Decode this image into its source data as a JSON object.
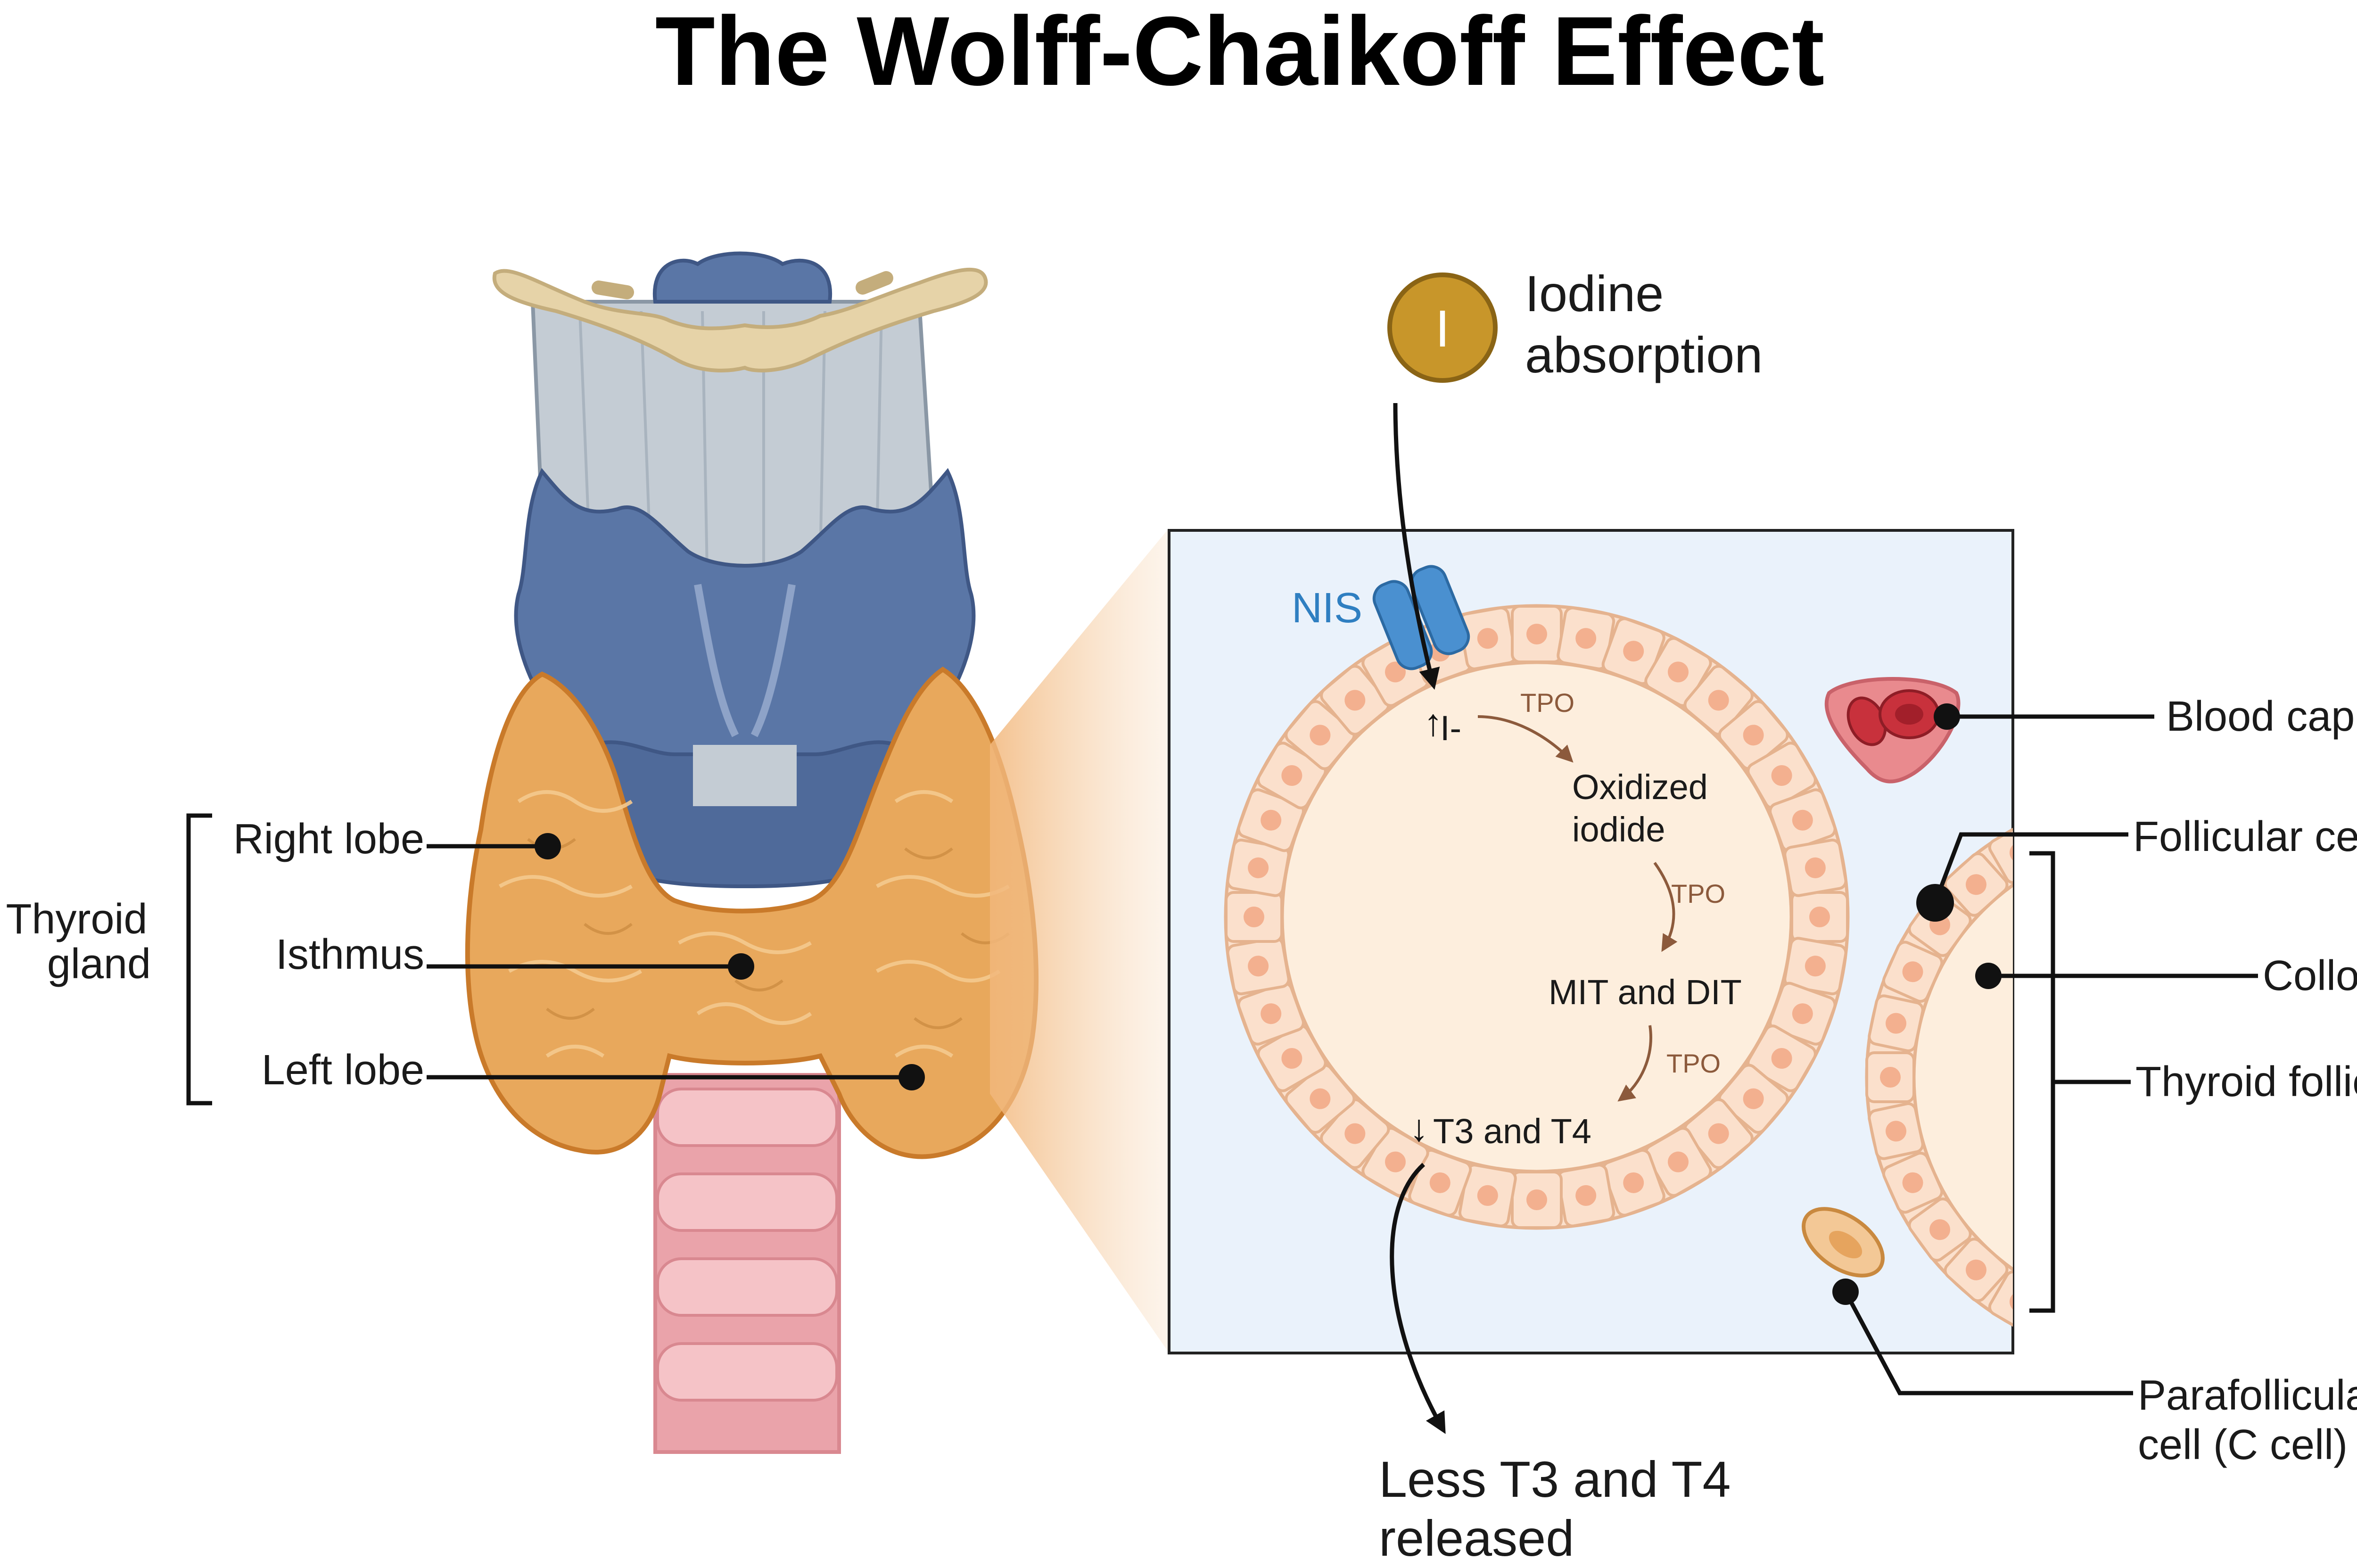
{
  "title": "The Wolff-Chaikoff Effect",
  "labels": {
    "iodine_symbol": "I",
    "iodine_absorption_line1": "Iodine",
    "iodine_absorption_line2": "absorption",
    "nis": "NIS",
    "iodide": "I-",
    "tpo": "TPO",
    "oxidized_iodide_line1": "Oxidized",
    "oxidized_iodide_line2": "iodide",
    "mit_dit": "MIT and DIT",
    "t3_t4": "T3 and T4",
    "less_released_line1": "Less T3 and T4",
    "less_released_line2": "released",
    "thyroid_gland_line1": "Thyroid",
    "thyroid_gland_line2": "gland",
    "right_lobe": "Right lobe",
    "isthmus": "Isthmus",
    "left_lobe": "Left lobe",
    "blood_capillary": "Blood capillary",
    "follicular_cell": "Follicular cell",
    "colloid": "Colloid",
    "thyroid_follicle": "Thyroid follicle",
    "parafollicular_line1": "Parafollicular",
    "parafollicular_line2": "cell (C cell)"
  },
  "colors": {
    "thyroid": "#e8a85c",
    "thyroid_outline": "#c97a2a",
    "cartilage": "#5a76a6",
    "membrane": "#c4ccd4",
    "hyoid": "#e6d3a8",
    "trachea": "#eaa3aa",
    "panel_bg": "#eaf2fb",
    "follicle_cell": "#fbe0cc",
    "follicle_nucleus": "#f3b08f",
    "colloid": "#fdeedd",
    "nis": "#4a90d0",
    "iodine": "#c8962a",
    "tpo_text": "#8c5a3c",
    "capillary": "#e98a8e",
    "blood_cell": "#c8313c",
    "nis_text": "#2f7fc1"
  }
}
